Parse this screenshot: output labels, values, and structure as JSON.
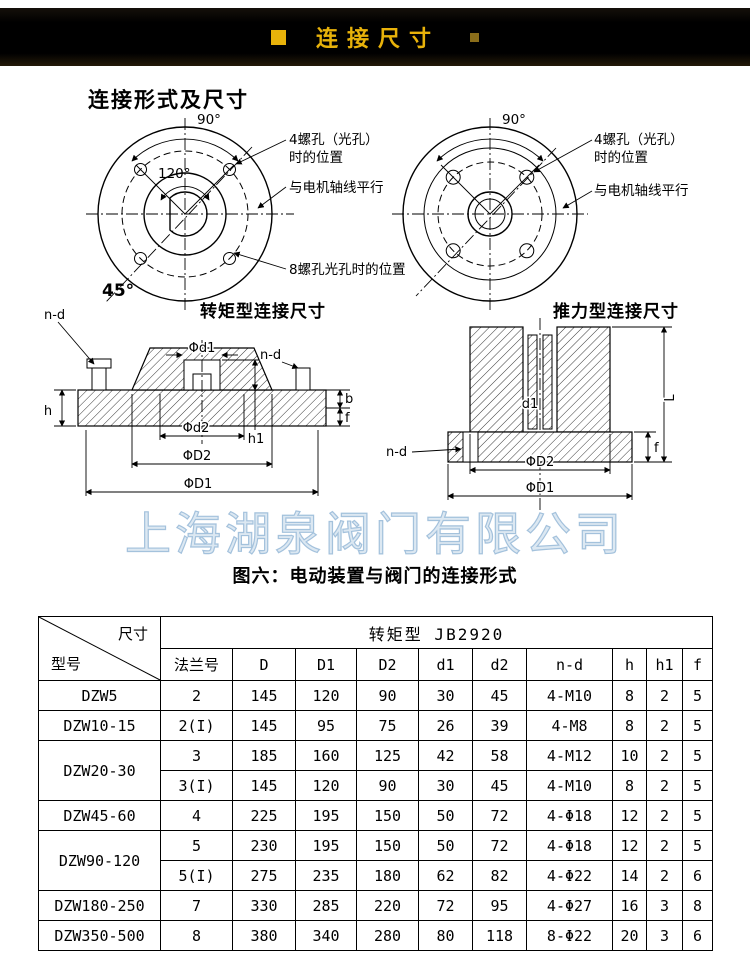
{
  "banner": {
    "title": "连接尺寸",
    "accent_color": "#e8b20a",
    "bg_color": "#000000"
  },
  "drawings": {
    "section_title": "连接形式及尺寸",
    "watermark": "上海湖泉阀门有限公司",
    "caption": "图六：电动装置与阀门的连接形式",
    "left_view": {
      "label": "转矩型连接尺寸",
      "angle_top": "90°",
      "angle_mid": "120°",
      "angle_corner": "45°",
      "ann_4holes_line1": "4螺孔（光孔）",
      "ann_4holes_line2": "时的位置",
      "ann_parallel": "与电机轴线平行",
      "ann_8holes": "8螺孔光孔时的位置"
    },
    "right_view": {
      "label": "推力型连接尺寸",
      "angle_top": "90°",
      "ann_4holes_line1": "4螺孔（光孔）",
      "ann_4holes_line2": "时的位置",
      "ann_parallel": "与电机轴线平行"
    },
    "torque_section": {
      "nd_left": "n-d",
      "phi_d1": "Φd1",
      "nd_right": "n-d",
      "dim_h": "h",
      "dim_h1": "h1",
      "dim_b": "b",
      "dim_f": "f",
      "phi_d2": "Φd2",
      "phi_D2": "ΦD2",
      "phi_D1": "ΦD1"
    },
    "thrust_section": {
      "dim_L": "L",
      "dim_d1": "d1",
      "nd": "n-d",
      "dim_f": "f",
      "phi_D2": "ΦD2",
      "phi_D1": "ΦD1"
    }
  },
  "table": {
    "corner": {
      "top": "尺寸",
      "bottom": "型号"
    },
    "group_header": "转矩型 JB2920",
    "columns": [
      "法兰号",
      "D",
      "D1",
      "D2",
      "d1",
      "d2",
      "n-d",
      "h",
      "h1",
      "f"
    ],
    "rows": [
      {
        "model": "DZW5",
        "flange": "2",
        "D": "145",
        "D1": "120",
        "D2": "90",
        "d1": "30",
        "d2": "45",
        "nd": "4-M10",
        "h": "8",
        "h1": "2",
        "f": "5"
      },
      {
        "model": "DZW10-15",
        "flange": "2(I)",
        "D": "145",
        "D1": "95",
        "D2": "75",
        "d1": "26",
        "d2": "39",
        "nd": "4-M8",
        "h": "8",
        "h1": "2",
        "f": "5"
      },
      {
        "model": "DZW20-30",
        "flange": "3",
        "D": "185",
        "D1": "160",
        "D2": "125",
        "d1": "42",
        "d2": "58",
        "nd": "4-M12",
        "h": "10",
        "h1": "2",
        "f": "5"
      },
      {
        "flange": "3(I)",
        "D": "145",
        "D1": "120",
        "D2": "90",
        "d1": "30",
        "d2": "45",
        "nd": "4-M10",
        "h": "8",
        "h1": "2",
        "f": "5"
      },
      {
        "model": "DZW45-60",
        "flange": "4",
        "D": "225",
        "D1": "195",
        "D2": "150",
        "d1": "50",
        "d2": "72",
        "nd": "4-Φ18",
        "h": "12",
        "h1": "2",
        "f": "5"
      },
      {
        "model": "DZW90-120",
        "flange": "5",
        "D": "230",
        "D1": "195",
        "D2": "150",
        "d1": "50",
        "d2": "72",
        "nd": "4-Φ18",
        "h": "12",
        "h1": "2",
        "f": "5"
      },
      {
        "flange": "5(I)",
        "D": "275",
        "D1": "235",
        "D2": "180",
        "d1": "62",
        "d2": "82",
        "nd": "4-Φ22",
        "h": "14",
        "h1": "2",
        "f": "6"
      },
      {
        "model": "DZW180-250",
        "flange": "7",
        "D": "330",
        "D1": "285",
        "D2": "220",
        "d1": "72",
        "d2": "95",
        "nd": "4-Φ27",
        "h": "16",
        "h1": "3",
        "f": "8"
      },
      {
        "model": "DZW350-500",
        "flange": "8",
        "D": "380",
        "D1": "340",
        "D2": "280",
        "d1": "80",
        "d2": "118",
        "nd": "8-Φ22",
        "h": "20",
        "h1": "3",
        "f": "6"
      }
    ]
  }
}
